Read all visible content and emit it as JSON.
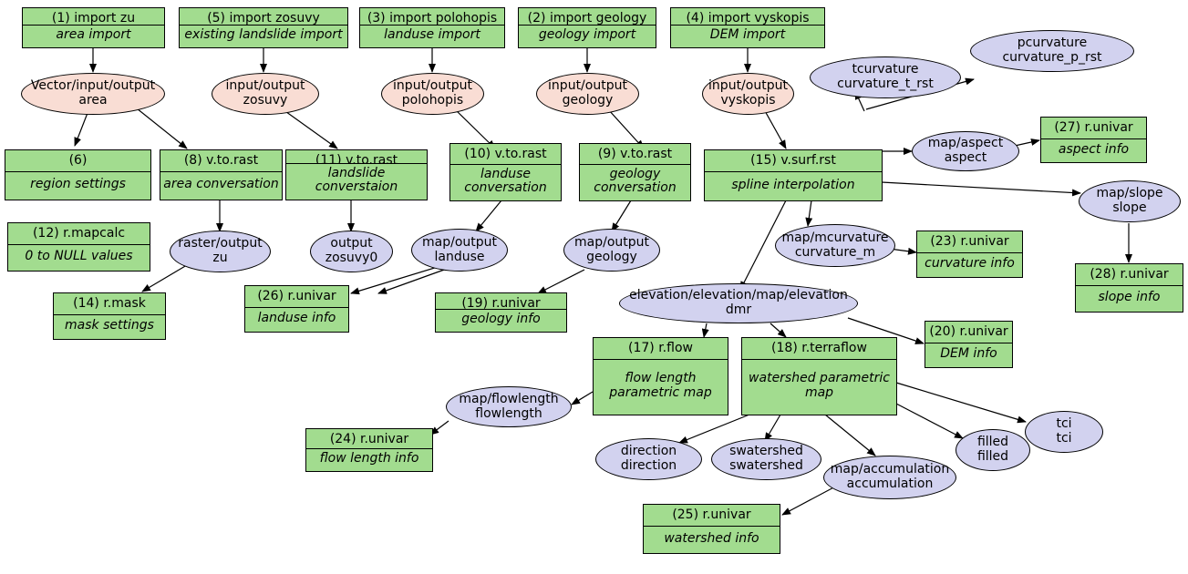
{
  "diagram": {
    "type": "workflow-graph",
    "colors": {
      "process_fill": "#a2dc8f",
      "vector_data_fill": "#f9ddd4",
      "raster_data_fill": "#d2d2ef",
      "stroke": "#000000",
      "background": "#ffffff"
    }
  },
  "processes": [
    {
      "id": "p1",
      "title": "(1) import zu",
      "sub": "area import"
    },
    {
      "id": "p5",
      "title": "(5) import zosuvy",
      "sub": "existing landslide import"
    },
    {
      "id": "p3",
      "title": "(3) import polohopis",
      "sub": "landuse import"
    },
    {
      "id": "p2",
      "title": "(2) import geology",
      "sub": "geology import"
    },
    {
      "id": "p4",
      "title": "(4) import vyskopis",
      "sub": "DEM import"
    },
    {
      "id": "p6",
      "title": "(6)",
      "sub": "region settings"
    },
    {
      "id": "p8",
      "title": "(8) v.to.rast",
      "sub": "area conversation"
    },
    {
      "id": "p11",
      "title": "(11) v.to.rast",
      "sub": "landslide converstaion"
    },
    {
      "id": "p10",
      "title": "(10) v.to.rast",
      "sub": "landuse\nconversation"
    },
    {
      "id": "p9",
      "title": "(9) v.to.rast",
      "sub": "geology\nconversation"
    },
    {
      "id": "p15",
      "title": "(15) v.surf.rst",
      "sub": "spline interpolation"
    },
    {
      "id": "p27",
      "title": "(27) r.univar",
      "sub": "aspect info"
    },
    {
      "id": "p12",
      "title": "(12) r.mapcalc",
      "sub": "0 to NULL values"
    },
    {
      "id": "p23",
      "title": "(23) r.univar",
      "sub": "curvature info"
    },
    {
      "id": "p28",
      "title": "(28) r.univar",
      "sub": "slope info"
    },
    {
      "id": "p14",
      "title": "(14) r.mask",
      "sub": "mask settings"
    },
    {
      "id": "p26",
      "title": "(26) r.univar",
      "sub": "landuse info"
    },
    {
      "id": "p19",
      "title": "(19) r.univar",
      "sub": "geology info"
    },
    {
      "id": "p20",
      "title": "(20) r.univar",
      "sub": "DEM info"
    },
    {
      "id": "p17",
      "title": "(17) r.flow",
      "sub": "flow length\nparametric map"
    },
    {
      "id": "p18",
      "title": "(18) r.terraflow",
      "sub": "watershed parametric\nmap"
    },
    {
      "id": "p24",
      "title": "(24) r.univar",
      "sub": "flow length info"
    },
    {
      "id": "p25",
      "title": "(25) r.univar",
      "sub": "watershed info"
    }
  ],
  "data_nodes": [
    {
      "id": "d_area",
      "kind": "vector",
      "label": "Vector/input/output\narea"
    },
    {
      "id": "d_zosuvy",
      "kind": "vector",
      "label": "input/output\nzosuvy"
    },
    {
      "id": "d_polohopis",
      "kind": "vector",
      "label": "input/output\npolohopis"
    },
    {
      "id": "d_geology_io",
      "kind": "vector",
      "label": "input/output\ngeology"
    },
    {
      "id": "d_vyskopis",
      "kind": "vector",
      "label": "input/output\nvyskopis"
    },
    {
      "id": "d_tcurv",
      "kind": "raster",
      "label": "tcurvature\ncurvature_t_rst"
    },
    {
      "id": "d_pcurv",
      "kind": "raster",
      "label": "pcurvature\ncurvature_p_rst"
    },
    {
      "id": "d_aspect",
      "kind": "raster",
      "label": "map/aspect\naspect"
    },
    {
      "id": "d_slope",
      "kind": "raster",
      "label": "map/slope\nslope"
    },
    {
      "id": "d_zu",
      "kind": "raster",
      "label": "raster/output\nzu"
    },
    {
      "id": "d_zosuvy0",
      "kind": "raster",
      "label": "output\nzosuvy0"
    },
    {
      "id": "d_landuse",
      "kind": "raster",
      "label": "map/output\nlanduse"
    },
    {
      "id": "d_geology",
      "kind": "raster",
      "label": "map/output\ngeology"
    },
    {
      "id": "d_mcurv",
      "kind": "raster",
      "label": "map/mcurvature\ncurvature_m"
    },
    {
      "id": "d_elev",
      "kind": "raster",
      "label": "elevation/elevation/map/elevation\ndmr"
    },
    {
      "id": "d_flowlength",
      "kind": "raster",
      "label": "map/flowlength\nflowlength"
    },
    {
      "id": "d_direction",
      "kind": "raster",
      "label": "direction\ndirection"
    },
    {
      "id": "d_swatershed",
      "kind": "raster",
      "label": "swatershed\nswatershed"
    },
    {
      "id": "d_accum",
      "kind": "raster",
      "label": "map/accumulation\naccumulation"
    },
    {
      "id": "d_filled",
      "kind": "raster",
      "label": "filled\nfilled"
    },
    {
      "id": "d_tci",
      "kind": "raster",
      "label": "tci\ntci"
    }
  ]
}
